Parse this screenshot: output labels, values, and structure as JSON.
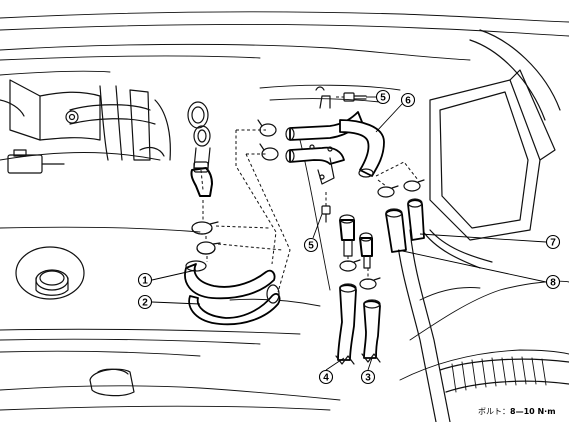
{
  "callouts": [
    {
      "id": 1,
      "label": "1"
    },
    {
      "id": 2,
      "label": "2"
    },
    {
      "id": 3,
      "label": "3"
    },
    {
      "id": 4,
      "label": "4"
    },
    {
      "id": 5,
      "label": "5"
    },
    {
      "id": 6,
      "label": "6"
    },
    {
      "id": 7,
      "label": "7"
    },
    {
      "id": 8,
      "label": "8"
    }
  ],
  "torque_note": {
    "prefix": "ボルト：",
    "value": "8—10 N·m"
  }
}
